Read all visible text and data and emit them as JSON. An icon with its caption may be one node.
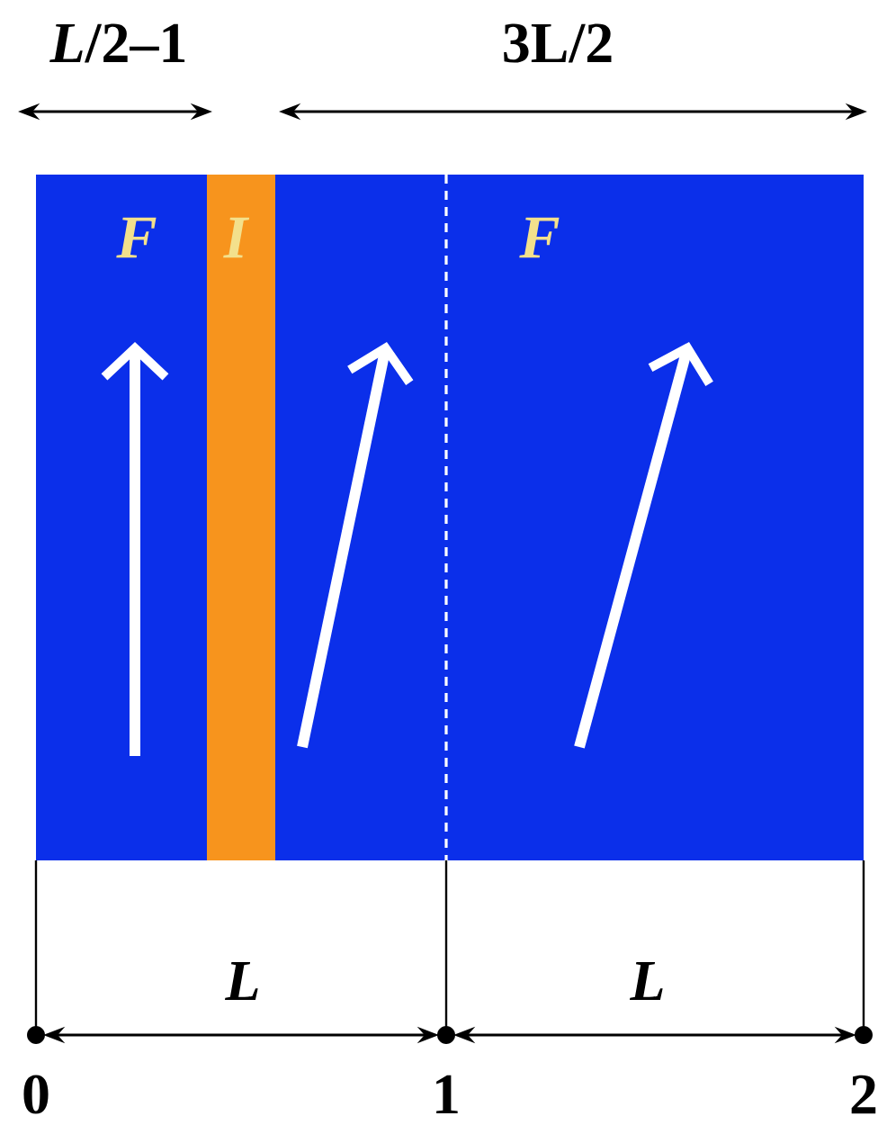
{
  "diagram": {
    "nodes": [
      {
        "text": [
          "F"
        ]
      },
      {
        "text": [
          "I"
        ]
      },
      {
        "text": [
          "F"
        ]
      }
    ],
    "labels": [
      "*L*/2–1",
      "3L/2",
      "L",
      "L",
      "0",
      "1",
      "2"
    ]
  }
}
